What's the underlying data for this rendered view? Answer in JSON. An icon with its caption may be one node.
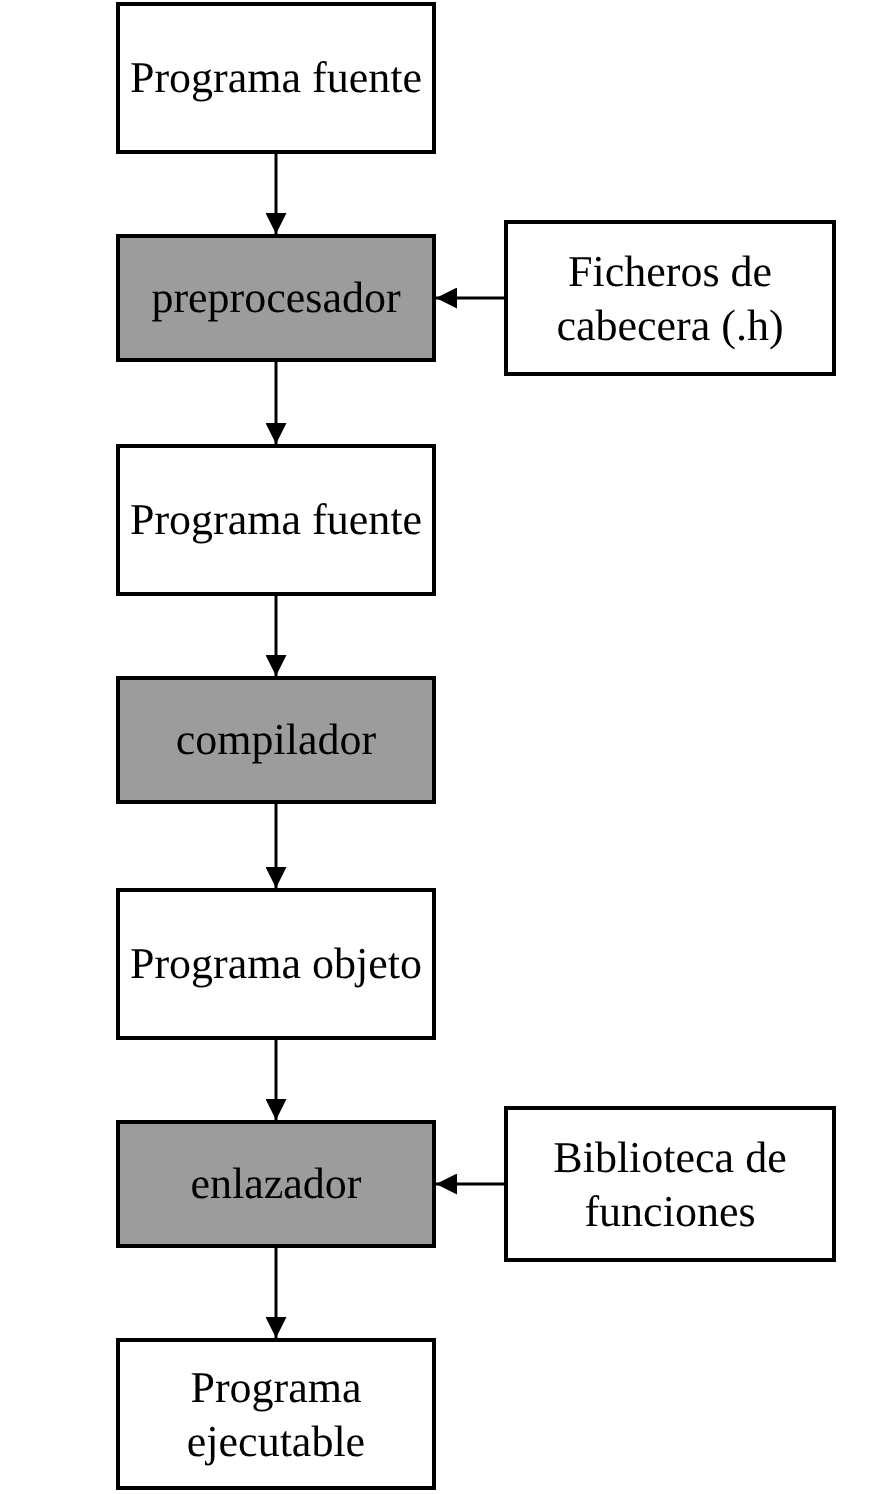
{
  "diagram": {
    "nodes": [
      {
        "text": [
          "Programa fuente"
        ]
      },
      {
        "text": [
          "preprocesador"
        ]
      },
      {
        "text": [
          "Ficheros de cabecera (.h)"
        ]
      },
      {
        "text": [
          "Programa fuente"
        ]
      },
      {
        "text": [
          "compilador"
        ]
      },
      {
        "text": [
          "Programa objeto"
        ]
      },
      {
        "text": [
          "enlazador"
        ]
      },
      {
        "text": [
          "Biblioteca de funciones"
        ]
      },
      {
        "text": [
          "Programa ejecutable"
        ]
      }
    ],
    "edges": [
      {
        "from": 0,
        "to": 1,
        "arrow": "to"
      },
      {
        "from": 2,
        "to": 1,
        "arrow": "to"
      },
      {
        "from": 1,
        "to": 3,
        "arrow": "to"
      },
      {
        "from": 3,
        "to": 4,
        "arrow": "to"
      },
      {
        "from": 4,
        "to": 5,
        "arrow": "to"
      },
      {
        "from": 5,
        "to": 6,
        "arrow": "to"
      },
      {
        "from": 7,
        "to": 6,
        "arrow": "to"
      },
      {
        "from": 6,
        "to": 8,
        "arrow": "to"
      }
    ]
  }
}
